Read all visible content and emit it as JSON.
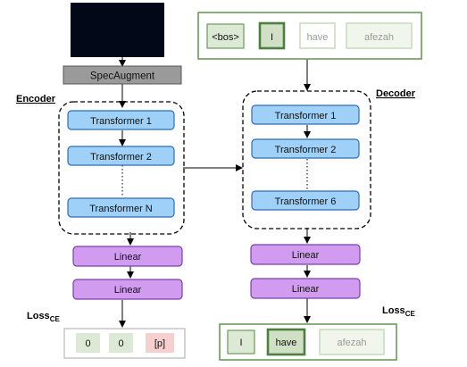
{
  "audio_waveform": {
    "icon": "audio-waveform-icon"
  },
  "spec_augment": {
    "label": "SpecAugment"
  },
  "encoder": {
    "title": "Encoder",
    "blocks": [
      "Transformer 1",
      "Transformer 2",
      "Transformer N"
    ]
  },
  "decoder": {
    "title": "Decoder",
    "blocks": [
      "Transformer 1",
      "Transformer 2",
      "Transformer 6"
    ]
  },
  "encoder_heads": [
    "Linear",
    "Linear"
  ],
  "decoder_heads": [
    "Linear",
    "Linear"
  ],
  "decoder_input_tokens": [
    "<bos>",
    "I",
    "have",
    "afezah"
  ],
  "decoder_output_tokens": [
    "I",
    "have",
    "afezah"
  ],
  "encoder_output_tokens": [
    "0",
    "0",
    "[p]"
  ],
  "loss_left": {
    "base": "Loss",
    "sub": "CE"
  },
  "loss_right": {
    "base": "Loss",
    "sub": "CE"
  },
  "colors": {
    "transformer_fill": "#9fd0f7",
    "transformer_stroke": "#2f6db3",
    "linear_fill": "#d19cf0",
    "linear_stroke": "#7a3fa8",
    "spec_fill": "#9a9a9a",
    "token_green_fill": "#dce9d4",
    "token_green_stroke": "#6a9a5a",
    "token_faded_stroke": "#b9d4ad",
    "token_pink_fill": "#f6cfcf"
  }
}
